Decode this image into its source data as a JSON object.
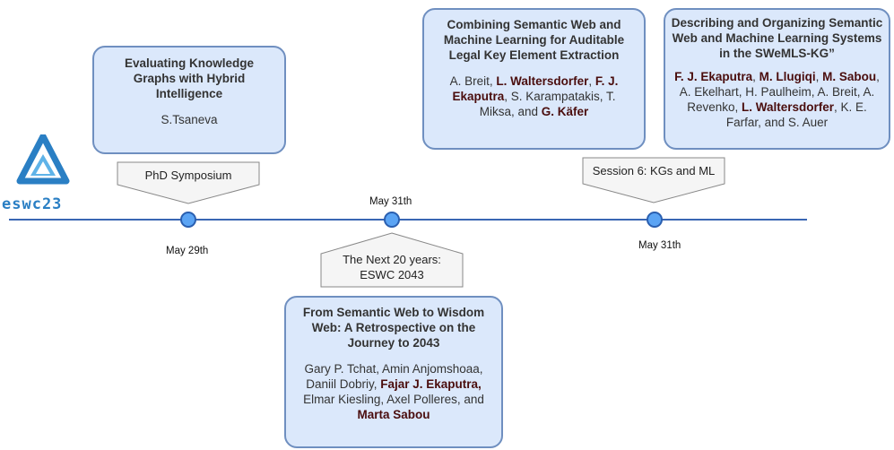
{
  "logo": {
    "text": "ESWC23",
    "colors": {
      "primary": "#2a7fc4",
      "accent": "#5fb3e8"
    }
  },
  "timeline": {
    "events": [
      {
        "date": "May 29th",
        "tag": "PhD Symposium",
        "card": {
          "title": "Evaluating Knowledge Graphs with Hybrid Intelligence",
          "authors": "S.Tsaneva"
        }
      },
      {
        "date": "May 31th",
        "tag_lines": [
          "The Next 20 years:",
          "ESWC 2043"
        ],
        "card": {
          "title": "From Semantic Web to Wisdom Web: A Retrospective on the Journey to 2043",
          "authors": [
            {
              "t": "Gary P. Tchat, Amin Anjomshoaa, Daniil Dobriy,  ",
              "b": false
            },
            {
              "t": "Fajar J. Ekaputra,",
              "b": true
            },
            {
              "t": " Elmar Kiesling, Axel Polleres, and ",
              "b": false
            },
            {
              "t": "Marta Sabou",
              "b": true
            }
          ]
        }
      },
      {
        "date": "May 31th",
        "tag": "Session 6: KGs and ML",
        "cards": [
          {
            "title": "Combining Semantic Web and Machine Learning for Auditable Legal Key Element Extraction",
            "authors": [
              {
                "t": "A. Breit, ",
                "b": false
              },
              {
                "t": "L. Waltersdorfer",
                "b": true
              },
              {
                "t": ", ",
                "b": false
              },
              {
                "t": "F. J. Ekaputra",
                "b": true
              },
              {
                "t": ", S. Karampatakis, T. Miksa, and ",
                "b": false
              },
              {
                "t": "G. Käfer",
                "b": true
              }
            ]
          },
          {
            "title": "Describing and Organizing Semantic Web and Machine Learning Systems in the SWeMLS-KG”",
            "authors": [
              {
                "t": "F. J. Ekaputra",
                "b": true
              },
              {
                "t": ", ",
                "b": false
              },
              {
                "t": "M. Llugiqi",
                "b": true
              },
              {
                "t": ", ",
                "b": false
              },
              {
                "t": "M. Sabou",
                "b": true
              },
              {
                "t": ", A. Ekelhart, H. Paulheim, A. Breit, A. Revenko, ",
                "b": false
              },
              {
                "t": "L. Waltersdorfer",
                "b": true
              },
              {
                "t": ", K. E. Farfar, and S. Auer",
                "b": false
              }
            ]
          }
        ]
      }
    ]
  }
}
